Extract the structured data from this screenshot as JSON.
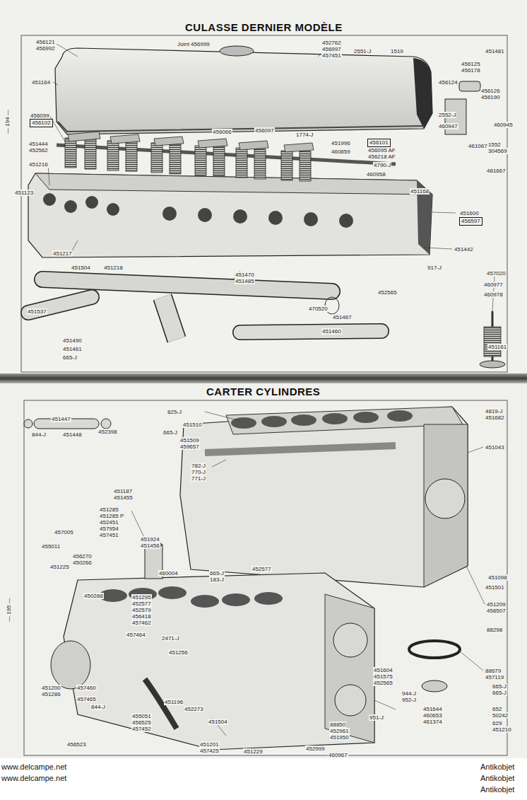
{
  "diagram": {
    "title": "CULASSE DERNIER MODÈLE",
    "nodes": [
      {
        "text": [
          "456102"
        ]
      },
      {
        "text": [
          "456101"
        ]
      },
      {
        "text": [
          "456597"
        ]
      }
    ],
    "labels": [
      "Joint 456999",
      "456121",
      "456992",
      "452762",
      "456997",
      "457451",
      "2551-J",
      "1519",
      "451481",
      "451164",
      "456125",
      "456178",
      "456124",
      "456126",
      "456190",
      "456099",
      "2552-J",
      "460947",
      "460945",
      "451444",
      "452562",
      "451216",
      "456066",
      "456097",
      "1774-J",
      "451996",
      "460859",
      "456095 AF",
      "456218 AF",
      "4790-J",
      "461067",
      "1552",
      "304569",
      "460958",
      "481667",
      "451123",
      "451168",
      "451600",
      "451217",
      "451504",
      "451218",
      "451442",
      "917-J",
      "451537",
      "451470",
      "451485",
      "452565",
      "457020",
      "460977",
      "460978",
      "470520",
      "451467",
      "451490",
      "451461",
      "665-J",
      "451460",
      "451161",
      "— 194 —",
      "CARTER CYLINDRES",
      "451447",
      "844-J",
      "451448",
      "452398",
      "825-J",
      "451510",
      "665-J",
      "451509",
      "459657",
      "4819-J",
      "451682",
      "451043",
      "782-J",
      "770-J",
      "771-J",
      "451187",
      "451455",
      "451285",
      "451285 P",
      "452451",
      "457954",
      "457451",
      "457005",
      "451924",
      "451456",
      "455011",
      "451225",
      "456270",
      "450266",
      "460004",
      "665-J",
      "183-J",
      "452577",
      "451098",
      "451501",
      "450288",
      "451295",
      "452577",
      "452579",
      "456418",
      "457462",
      "457464",
      "2471-J",
      "451256",
      "451209",
      "456507",
      "88298",
      "451604",
      "451575",
      "452565",
      "451200",
      "451286",
      "457460",
      "457465",
      "844-J",
      "451196",
      "452273",
      "455051",
      "456525",
      "457452",
      "451504",
      "456523",
      "451201",
      "457425",
      "451229",
      "951-J",
      "944-J",
      "952-J",
      "88850",
      "452961",
      "451950",
      "452999",
      "460967",
      "451644",
      "460653",
      "461374",
      "88679",
      "457119",
      "665-J",
      "665-J",
      "652",
      "50242",
      "629",
      "451210",
      "— 195 —",
      "www.delcampe.net",
      "www.delcampe.net",
      "Antikobjet",
      "Antikobjet",
      "Antikobjet"
    ]
  }
}
